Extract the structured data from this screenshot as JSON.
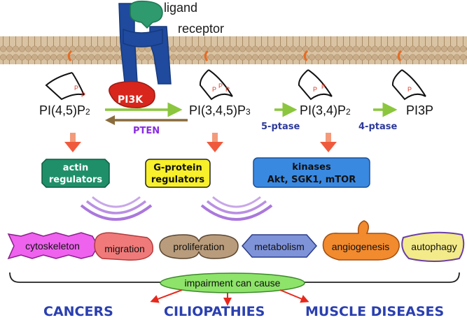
{
  "labels": {
    "ligand": "ligand",
    "receptor": "receptor",
    "pi3k": "PI3K",
    "pten": "PTEN"
  },
  "lipids": {
    "pi45p2": {
      "base": "PI(4,5)P",
      "sub": "2"
    },
    "pi345p3": {
      "base": "PI(3,4,5)P",
      "sub": "3"
    },
    "pi34p2": {
      "base": "PI(3,4)P",
      "sub": "2"
    },
    "pi3p": "PI3P",
    "phosphate_mark": "P"
  },
  "enzymes": {
    "five_ptase": "5-ptase",
    "four_ptase": "4-ptase"
  },
  "effectors": {
    "actin": [
      "actin",
      "regulators"
    ],
    "gprotein": [
      "G-protein",
      "regulators"
    ],
    "kinases": [
      "kinases",
      "Akt, SGK1, mTOR"
    ]
  },
  "processes": {
    "cytoskeleton": "cytoskeleton",
    "migration": "migration",
    "proliferation": "proliferation",
    "metabolism": "metabolism",
    "angiogenesis": "angiogenesis",
    "autophagy": "autophagy"
  },
  "impairment": "impairment can cause",
  "diseases": {
    "cancers": "CANCERS",
    "ciliopathies": "CILIOPATHIES",
    "muscle": "MUSCLE DISEASES"
  },
  "colors": {
    "membrane": "#c9ad8a",
    "receptor": "#1f4a9e",
    "ligand": "#2e9a6e",
    "pi3k": "#d8261d",
    "forward_arrow": "#8bc63e",
    "pten_arrow": "#8a6c3c",
    "pten_text": "#8a2be2",
    "enzyme_text": "#2d3a9a",
    "down_arrow": "#f05a3c",
    "actin_box": "#1f8f6a",
    "gprotein_box": "#f7f02a",
    "kinases_box": "#3a89e0",
    "waves": "#9b5fd6",
    "disease_text": "#2a3fb0",
    "impairment_oval": "#8ee36a"
  }
}
